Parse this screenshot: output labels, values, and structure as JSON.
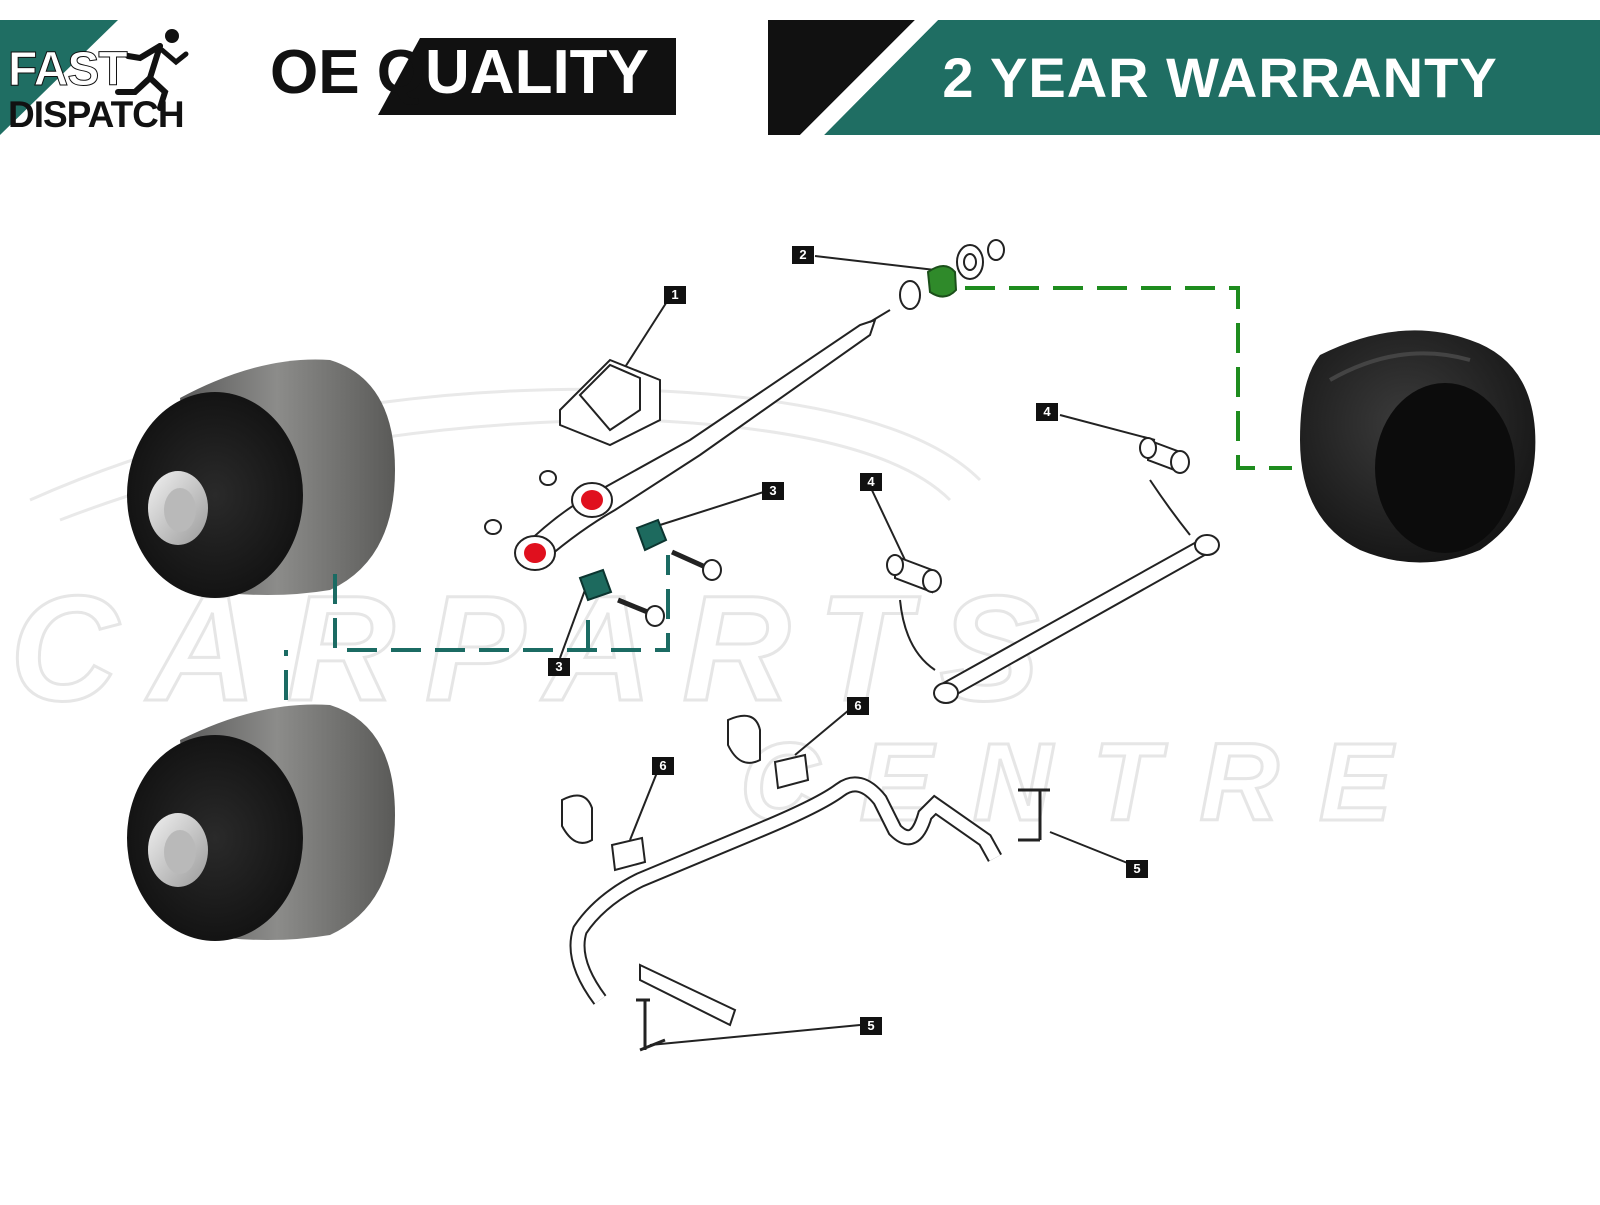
{
  "banner": {
    "fast_label": "FAST",
    "dispatch_label": "DISPATCH",
    "quality_label": "OE QUALITY",
    "warranty_label": "2 YEAR WARRANTY"
  },
  "watermark": {
    "line1": "CARPARTS",
    "line2": "CENTRE"
  },
  "callouts": {
    "c1": "1",
    "c2": "2",
    "c3a": "3",
    "c3b": "3",
    "c4a": "4",
    "c4b": "4",
    "c5a": "5",
    "c5b": "5",
    "c6a": "6",
    "c6b": "6"
  },
  "colors": {
    "teal": "#1f6e63",
    "dark": "#111111",
    "highlight_red": "#e0101e",
    "highlight_green": "#2f8a2a",
    "highlight_teal": "#1d6a5e",
    "dash_green": "#1e8c1e",
    "dash_teal": "#1b6b63"
  },
  "icons": [
    "running-man-icon",
    "bushing-photo",
    "exploded-suspension-diagram"
  ]
}
